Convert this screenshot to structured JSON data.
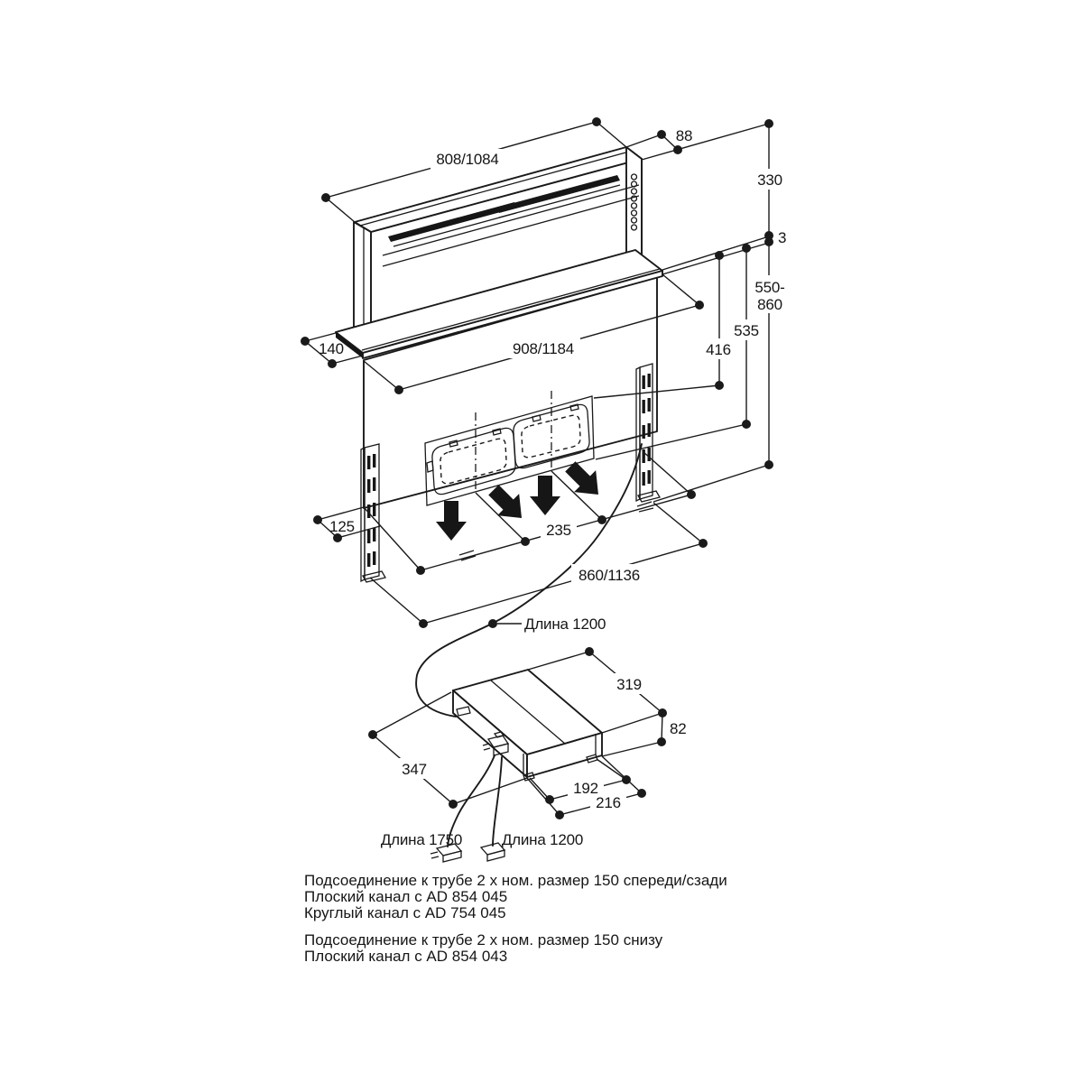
{
  "labels": {
    "hood_width": "808/1084",
    "hood_depth": "88",
    "hood_height": "330",
    "countertop_thickness": "3",
    "install_height_line1": "550-",
    "install_height_line2": "860",
    "height_to_duct_bottom": "535",
    "height_to_duct_top": "416",
    "body_width": "908/1184",
    "left_flange_depth": "140",
    "rail_offset": "125",
    "duct_spacing": "235",
    "mount_span": "860/1136",
    "cable_to_motor": "Длина 1200",
    "motor_depth": "319",
    "motor_height": "82",
    "motor_diagonal": "347",
    "motor_feet_spacing": "192",
    "motor_width": "216",
    "power_cord": "Длина 1750",
    "control_cord": "Длина 1200"
  },
  "notes": {
    "line1": "Подсоединение к трубе 2 х ном. размер 150 спереди/сзади",
    "line2": "Плоский канал с AD 854 045",
    "line3": "Круглый канал с AD 754 045",
    "line4": "Подсоединение к трубе 2 х ном. размер 150 снизу",
    "line5": "Плоский канал с AD 854 043"
  },
  "colors": {
    "line": "#1a1a1a",
    "background": "#ffffff"
  }
}
